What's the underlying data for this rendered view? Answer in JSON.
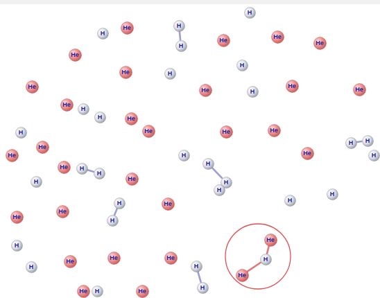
{
  "diagram": {
    "nodes": [
      {
        "text": [
          "H"
        ]
      },
      {
        "text": [
          "H"
        ]
      },
      {
        "text": [
          "He"
        ]
      },
      {
        "text": [
          "H"
        ]
      },
      {
        "text": [
          "H"
        ]
      },
      {
        "text": [
          "He"
        ]
      },
      {
        "text": [
          "He"
        ]
      },
      {
        "text": [
          "He"
        ]
      },
      {
        "text": [
          "He"
        ]
      },
      {
        "text": [
          "He"
        ]
      },
      {
        "text": [
          "H"
        ]
      },
      {
        "text": [
          "H"
        ]
      },
      {
        "text": [
          "He"
        ]
      },
      {
        "text": [
          "He"
        ]
      },
      {
        "text": [
          "H"
        ]
      },
      {
        "text": [
          "He"
        ]
      },
      {
        "text": [
          "He"
        ]
      },
      {
        "text": [
          "He"
        ]
      },
      {
        "text": [
          "H"
        ]
      },
      {
        "text": [
          "H"
        ]
      },
      {
        "text": [
          "He"
        ]
      },
      {
        "text": [
          "He"
        ]
      },
      {
        "text": [
          "H"
        ]
      },
      {
        "text": [
          "He"
        ]
      },
      {
        "text": [
          "He"
        ]
      },
      {
        "text": [
          "H"
        ]
      },
      {
        "text": [
          "H"
        ]
      },
      {
        "text": [
          "H"
        ]
      },
      {
        "text": [
          "He"
        ]
      },
      {
        "text": [
          "He"
        ]
      },
      {
        "text": [
          "H"
        ]
      },
      {
        "text": [
          "He"
        ]
      },
      {
        "text": [
          "H"
        ]
      },
      {
        "text": [
          "H"
        ]
      },
      {
        "text": [
          "H"
        ]
      },
      {
        "text": [
          "He"
        ]
      },
      {
        "text": [
          "H"
        ]
      },
      {
        "text": [
          "H"
        ]
      },
      {
        "text": [
          "H"
        ]
      },
      {
        "text": [
          "He"
        ]
      },
      {
        "text": [
          "H"
        ]
      },
      {
        "text": [
          "H"
        ]
      },
      {
        "text": [
          "H"
        ]
      },
      {
        "text": [
          "H"
        ]
      },
      {
        "text": [
          "He"
        ]
      },
      {
        "text": [
          "He"
        ]
      },
      {
        "text": [
          "He"
        ]
      },
      {
        "text": [
          "H"
        ]
      },
      {
        "text": [
          "He"
        ]
      },
      {
        "text": [
          "He"
        ]
      },
      {
        "text": [
          "He"
        ]
      },
      {
        "text": [
          "He"
        ]
      },
      {
        "text": [
          "H"
        ]
      },
      {
        "text": [
          "H"
        ]
      },
      {
        "text": [
          "H"
        ]
      },
      {
        "text": [
          "He"
        ]
      },
      {
        "text": [
          "H"
        ]
      },
      {
        "text": [
          "He"
        ]
      },
      {
        "text": [
          "H"
        ]
      },
      {
        "text": [
          "He"
        ]
      }
    ],
    "edges": [
      {
        "from": 3,
        "to": 4,
        "arrow": "none"
      },
      {
        "from": 25,
        "to": 26,
        "arrow": "none"
      },
      {
        "from": 32,
        "to": 33,
        "arrow": "none"
      },
      {
        "from": 36,
        "to": 37,
        "arrow": "none"
      },
      {
        "from": 42,
        "to": 43,
        "arrow": "none"
      },
      {
        "from": 54,
        "to": 56,
        "arrow": "none"
      },
      {
        "from": 48,
        "to": 52,
        "arrow": "none"
      },
      {
        "from": 52,
        "to": 55,
        "arrow": "none"
      }
    ]
  }
}
